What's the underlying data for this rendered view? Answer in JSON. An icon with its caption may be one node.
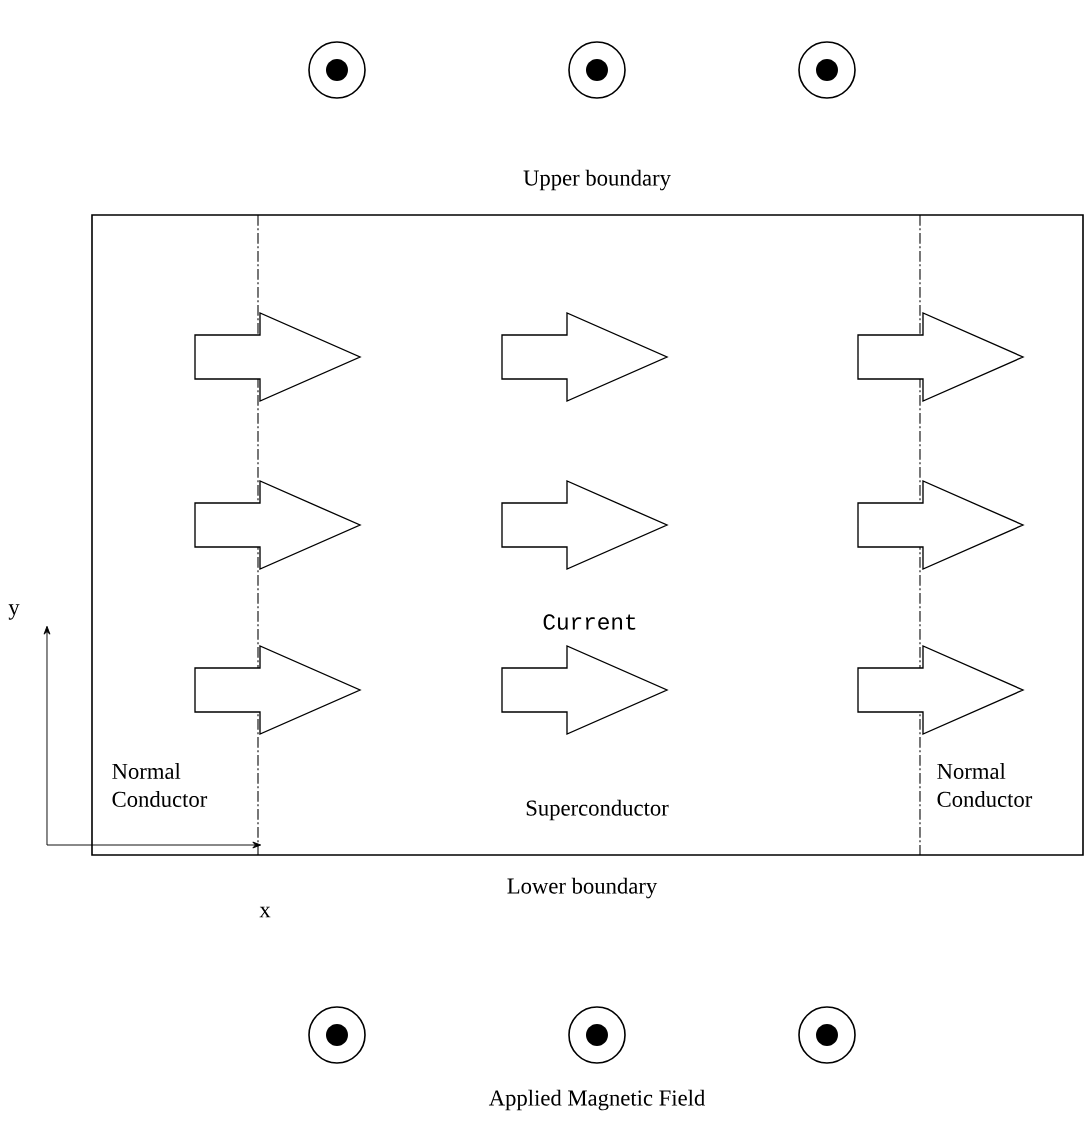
{
  "diagram": {
    "labels": [
      "Upper boundary",
      "Current",
      "y",
      "Normal Conductor",
      "Superconductor",
      "Normal Conductor",
      "Lower boundary",
      "x",
      "Applied Magnetic Field"
    ]
  }
}
